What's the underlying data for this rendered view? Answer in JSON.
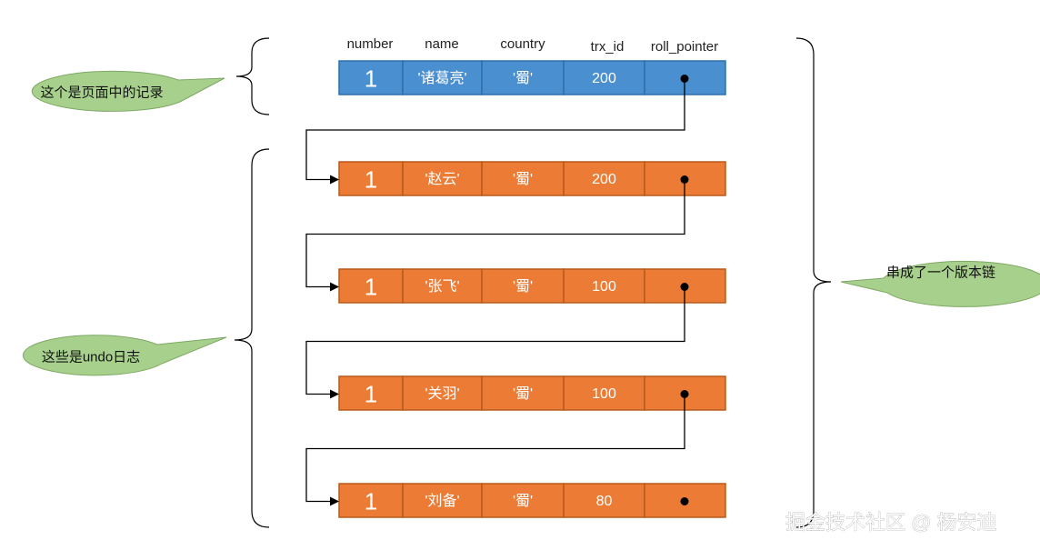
{
  "headers": [
    "number",
    "name",
    "country",
    "trx_id",
    "roll_pointer"
  ],
  "current_record": {
    "number": "1",
    "name": "'诸葛亮'",
    "country": "'蜀'",
    "trx_id": "200",
    "roll_pointer": "•"
  },
  "undo_logs": [
    {
      "number": "1",
      "name": "'赵云'",
      "country": "'蜀'",
      "trx_id": "200",
      "roll_pointer": "•"
    },
    {
      "number": "1",
      "name": "'张飞'",
      "country": "'蜀'",
      "trx_id": "100",
      "roll_pointer": "•"
    },
    {
      "number": "1",
      "name": "'关羽'",
      "country": "'蜀'",
      "trx_id": "100",
      "roll_pointer": "•"
    },
    {
      "number": "1",
      "name": "'刘备'",
      "country": "'蜀'",
      "trx_id": "80",
      "roll_pointer": "•"
    }
  ],
  "callouts": {
    "page_record": "这个是页面中的记录",
    "undo_log": "这些是undo日志",
    "version_chain": "串成了一个版本链"
  },
  "colors": {
    "current_fill": "#4a8fd0",
    "current_stroke": "#2f6ea8",
    "undo_fill": "#ec7c35",
    "undo_stroke": "#b85a1d",
    "callout_fill": "#a8d08d",
    "callout_stroke": "#7ea865"
  },
  "watermark": "掘金技术社区 @ 杨安迪"
}
